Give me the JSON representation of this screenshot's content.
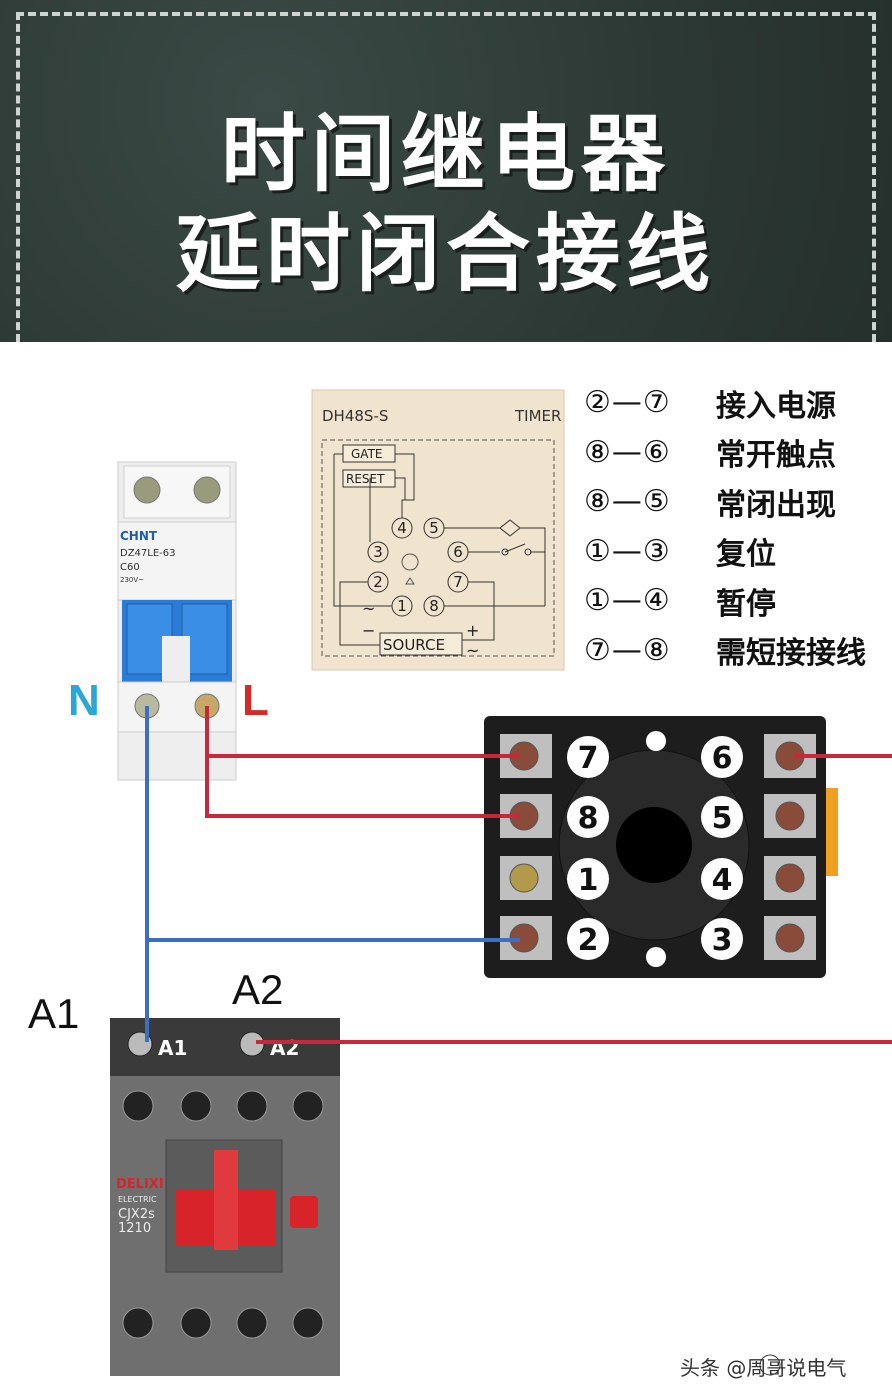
{
  "title": {
    "line1": "时间继电器",
    "line2": "延时闭合接线"
  },
  "timer_panel": {
    "model": "DH48S-S",
    "type": "TIMER",
    "gate": "GATE",
    "reset": "RESET",
    "source": "SOURCE",
    "plus": "+",
    "minus": "−",
    "tilde": "~",
    "pins": [
      "1",
      "2",
      "3",
      "4",
      "5",
      "6",
      "7",
      "8"
    ]
  },
  "legend": [
    {
      "pair": "②—⑦",
      "desc": "接入电源"
    },
    {
      "pair": "⑧—⑥",
      "desc": "常开触点"
    },
    {
      "pair": "⑧—⑤",
      "desc": "常闭出现"
    },
    {
      "pair": "①—③",
      "desc": "复位"
    },
    {
      "pair": "①—④",
      "desc": "暂停"
    },
    {
      "pair": "⑦—⑧",
      "desc": "需短接接线"
    }
  ],
  "breaker": {
    "brand": "CHNT",
    "model": "DZ47LE-63",
    "rating": "C60",
    "voltage": "230V~",
    "n_label": "N",
    "l_label": "L"
  },
  "socket": {
    "left_pins": [
      "7",
      "8",
      "1",
      "2"
    ],
    "right_pins": [
      "6",
      "5",
      "4",
      "3"
    ]
  },
  "contactor": {
    "a1_outer": "A1",
    "a2_outer": "A2",
    "a1_terminal": "A1",
    "a2_terminal": "A2",
    "brand": "DELIXI",
    "sub": "ELECTRIC",
    "model": "CJX2s",
    "code": "1210"
  },
  "watermark": "头条 @周哥说电气",
  "colors": {
    "live_wire": "#c8283c",
    "neutral_wire": "#3a6fc4",
    "n_label": "#2aa7d4",
    "l_label": "#d42a2a"
  }
}
